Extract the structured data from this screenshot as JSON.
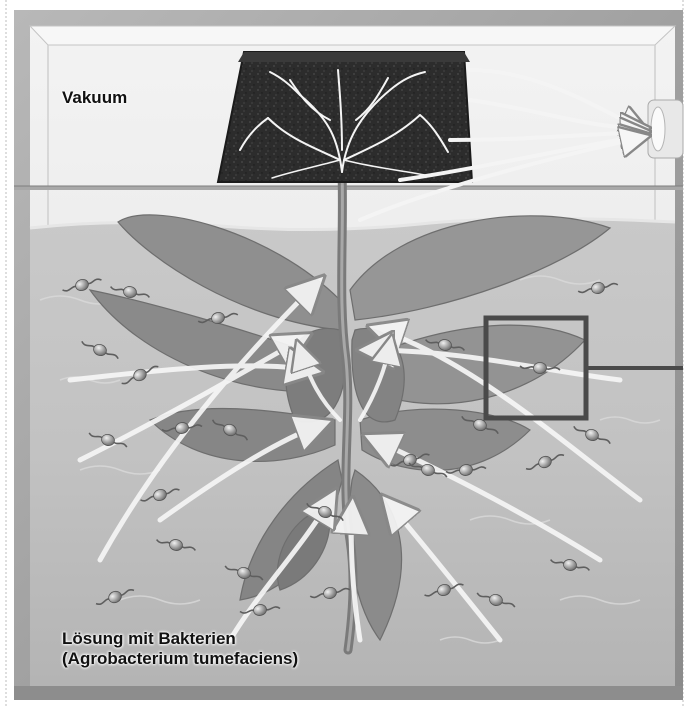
{
  "labels": {
    "vacuum": "Vakuum",
    "solution_line1": "Lösung mit Bakterien",
    "solution_line2": "(Agrobacterium tumefaciens)"
  },
  "colors": {
    "frame_outer": "#9a9a9a",
    "glass_top": "#ebebeb",
    "water": "#bcbcbc",
    "water_light": "#dedede",
    "leaf": "#8f8f8f",
    "leaf_dark": "#707070",
    "pot": "#2c2c2c",
    "root": "#f4f4f4",
    "arrow": "#f6f6f6",
    "bacterium": "#6a6a6a",
    "zoom_box": "#4a4a4a"
  },
  "icons": {
    "bacterium": "bacterium-icon",
    "arrow": "airflow-arrow-icon",
    "zoom": "zoom-frame-icon"
  }
}
